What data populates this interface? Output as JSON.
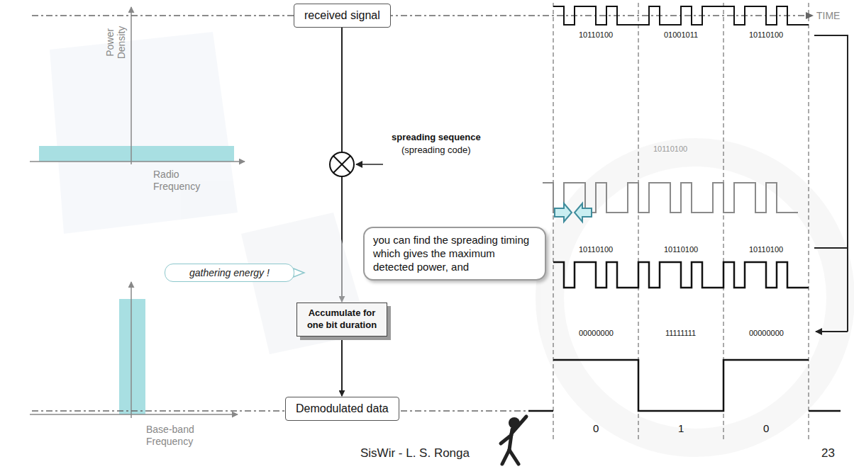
{
  "diagram": {
    "nodes": [
      {
        "text": [
          "received signal"
        ]
      },
      {
        "text": [
          "you can find the spreading timing which gives the maximum detected power, and"
        ]
      },
      {
        "text": [
          "gathering energy !"
        ]
      },
      {
        "text": [
          "Accumulate for one bit duration"
        ]
      },
      {
        "text": [
          "Demodulated data"
        ]
      }
    ],
    "edges": [
      {
        "from": 0,
        "to": 3,
        "arrow": "to"
      },
      {
        "from": 3,
        "to": 4,
        "arrow": "to"
      }
    ],
    "labels": [
      "Power Density",
      "Radio Frequency",
      "spreading sequence",
      "(spreading code)",
      "TIME",
      "10110100",
      "01001011",
      "10110100",
      "10110100",
      "10110100",
      "10110100",
      "10110100",
      "00000000",
      "11111111",
      "00000000",
      "Base-band Frequency",
      "0",
      "1",
      "0",
      "SisWir - L. S. Ronga",
      "23"
    ]
  }
}
